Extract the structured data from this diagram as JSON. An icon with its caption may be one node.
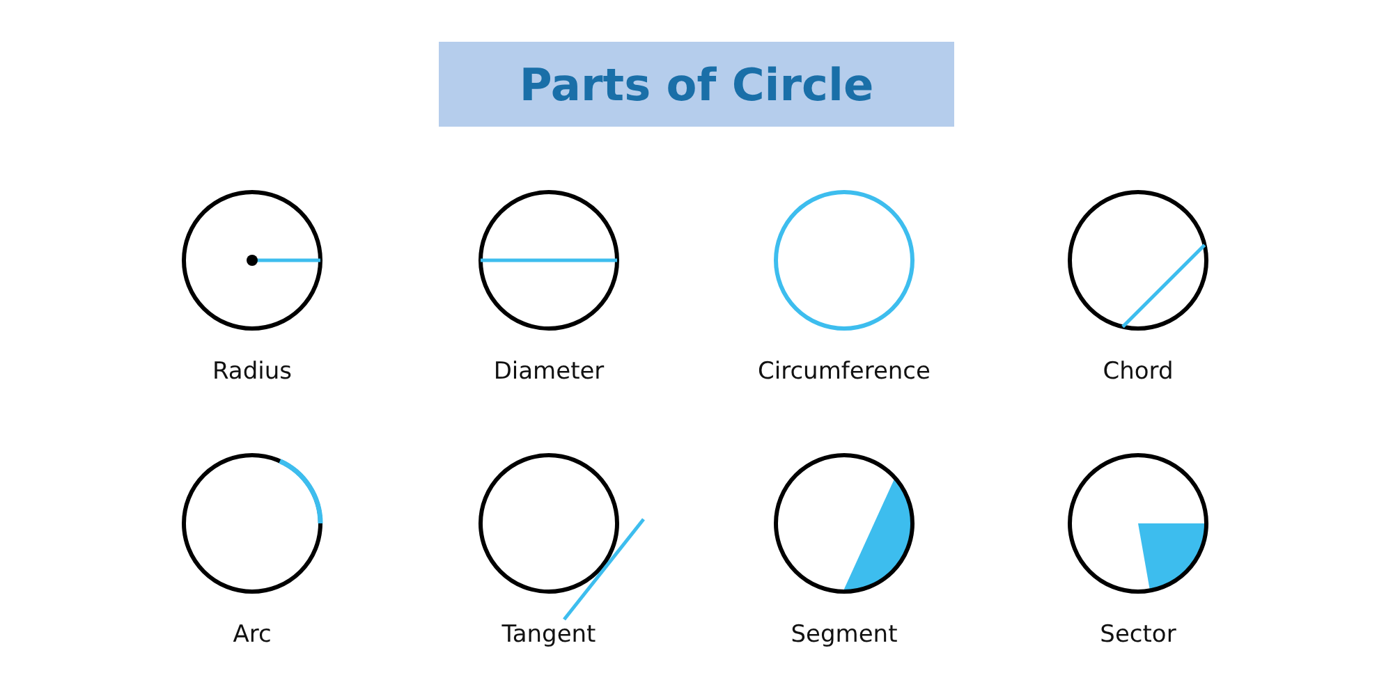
{
  "diagram": {
    "title": "Parts of Circle",
    "labels": [
      "Radius",
      "Diameter",
      "Circumference",
      "Chord",
      "Arc",
      "Tangent",
      "Segment",
      "Sector"
    ]
  }
}
